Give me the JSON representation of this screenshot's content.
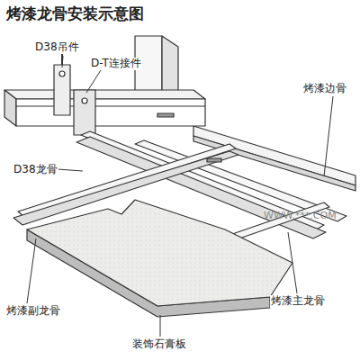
{
  "diagram": {
    "title": "烤漆龙骨安装示意图",
    "labels": [
      "D38吊件",
      "D-T连接件",
      "烤漆边骨",
      "D38龙骨",
      "WWW.***.COM",
      "烤漆副龙骨",
      "烤漆主龙骨",
      "装饰石膏板"
    ]
  }
}
